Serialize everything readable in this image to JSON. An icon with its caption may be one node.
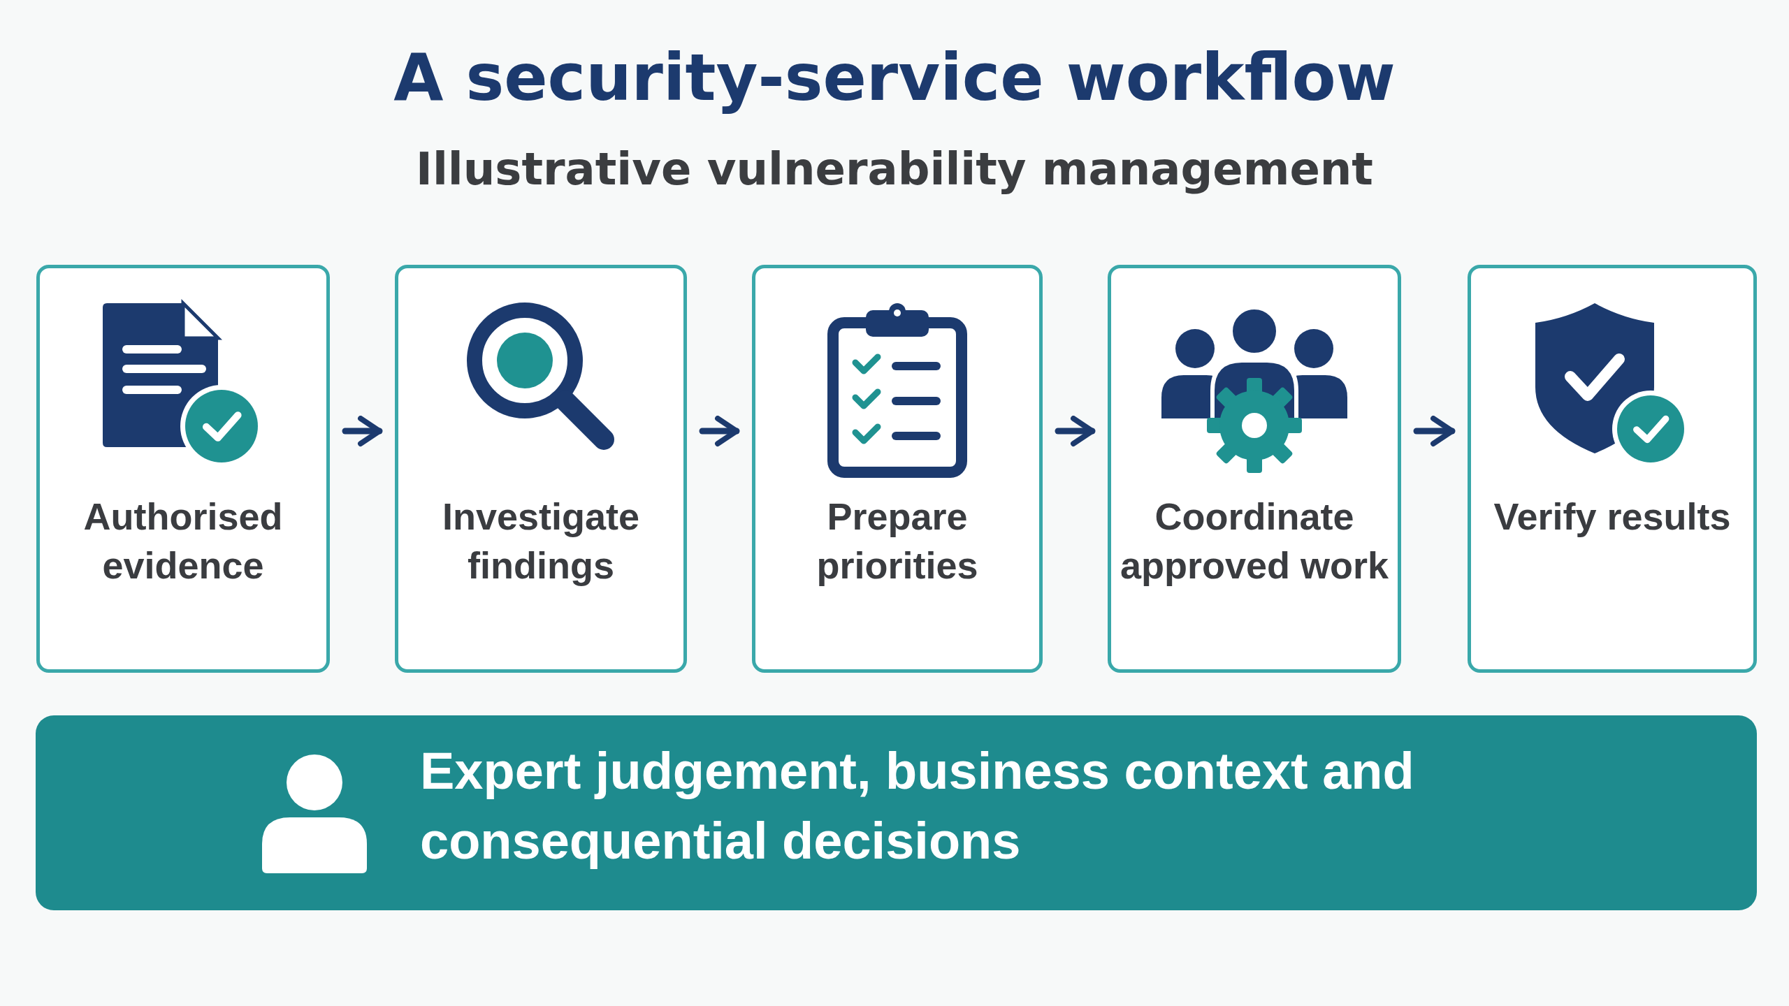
{
  "diagram": {
    "title": "A security-service workflow",
    "caption": "Illustrative vulnerability management",
    "nodes": [
      {
        "text": [
          "Authorised evidence"
        ]
      },
      {
        "text": [
          "Investigate findings"
        ]
      },
      {
        "text": [
          "Prepare priorities"
        ]
      },
      {
        "text": [
          "Coordinate approved work"
        ]
      },
      {
        "text": [
          "Verify results"
        ]
      },
      {
        "text": [
          "Expert judgement, business context and consequential decisions"
        ]
      }
    ],
    "edges": [
      {
        "from": 0,
        "to": 1,
        "arrow": "to"
      },
      {
        "from": 1,
        "to": 2,
        "arrow": "to"
      },
      {
        "from": 2,
        "to": 3,
        "arrow": "to"
      },
      {
        "from": 3,
        "to": 4,
        "arrow": "to"
      }
    ]
  }
}
